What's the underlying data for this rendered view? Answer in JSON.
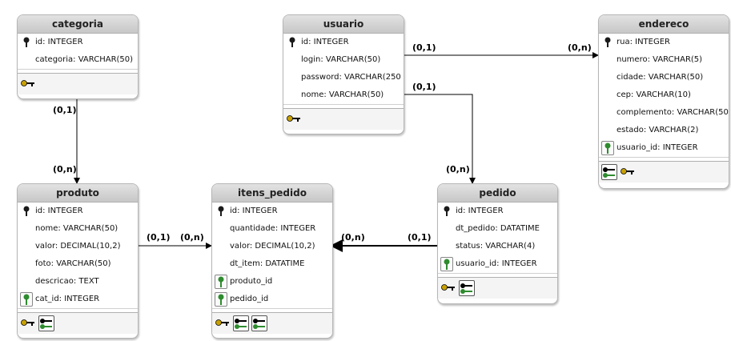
{
  "entities": {
    "categoria": {
      "title": "categoria",
      "fields": [
        "id: INTEGER",
        "categoria: VARCHAR(50)"
      ]
    },
    "usuario": {
      "title": "usuario",
      "fields": [
        "id: INTEGER",
        "login: VARCHAR(50)",
        "password: VARCHAR(250",
        "nome: VARCHAR(50)"
      ]
    },
    "endereco": {
      "title": "endereco",
      "fields": [
        "rua: INTEGER",
        "numero: VARCHAR(5)",
        "cidade: VARCHAR(50)",
        "cep: VARCHAR(10)",
        "complemento: VARCHAR(50)",
        "estado: VARCHAR(2)",
        "usuario_id: INTEGER"
      ]
    },
    "produto": {
      "title": "produto",
      "fields": [
        "id: INTEGER",
        "nome: VARCHAR(50)",
        "valor: DECIMAL(10,2)",
        "foto: VARCHAR(50)",
        "descricao: TEXT",
        "cat_id: INTEGER"
      ]
    },
    "itens_pedido": {
      "title": "itens_pedido",
      "fields": [
        "id: INTEGER",
        "quantidade: INTEGER",
        "valor: DECIMAL(10,2)",
        "dt_item: DATATIME",
        "produto_id",
        "pedido_id"
      ]
    },
    "pedido": {
      "title": "pedido",
      "fields": [
        "id: INTEGER",
        "dt_pedido: DATATIME",
        "status: VARCHAR(4)",
        "usuario_id: INTEGER"
      ]
    }
  },
  "cardinalities": {
    "cat_top": "(0,1)",
    "cat_bottom": "(0,n)",
    "usr_end_left": "(0,1)",
    "usr_end_right": "(0,n)",
    "usr_ped_top": "(0,1)",
    "usr_ped_bottom": "(0,n)",
    "prod_left": "(0,1)",
    "prod_right": "(0,n)",
    "ped_left": "(0,n)",
    "ped_right": "(0,1)"
  },
  "colors": {
    "pk_key": "#1a1a1a",
    "fk_key": "#2e8b2e",
    "index_key": "#c8a000"
  }
}
